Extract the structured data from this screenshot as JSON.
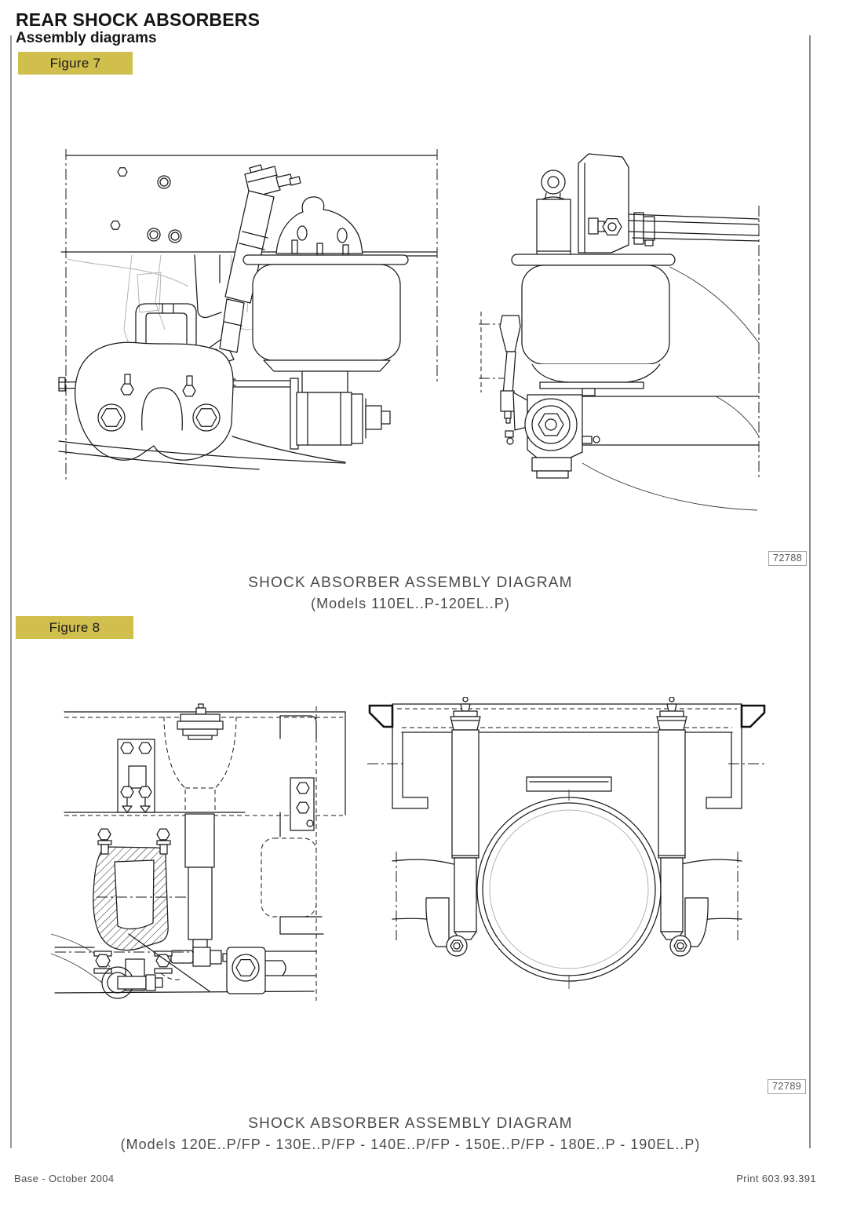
{
  "header": {
    "title": "REAR SHOCK ABSORBERS",
    "subtitle": "Assembly diagrams"
  },
  "figures": [
    {
      "label": "Figure 7",
      "ref_code": "72788",
      "caption_title": "SHOCK ABSORBER ASSEMBLY DIAGRAM",
      "caption_models": "(Models 110EL..P-120EL..P)"
    },
    {
      "label": "Figure 8",
      "ref_code": "72789",
      "caption_title": "SHOCK ABSORBER ASSEMBLY DIAGRAM",
      "caption_models": "(Models 120E..P/FP - 130E..P/FP - 140E..P/FP - 150E..P/FP - 180E..P - 190EL..P)"
    }
  ],
  "footer": {
    "left": "Base - October 2004",
    "right": "Print 603.93.391"
  },
  "colors": {
    "figure_highlight": "#d0bf4d",
    "drawing_line": "#1a1a1a",
    "faint_line": "#b3b3b3",
    "muted_text": "#4a4a4a"
  }
}
